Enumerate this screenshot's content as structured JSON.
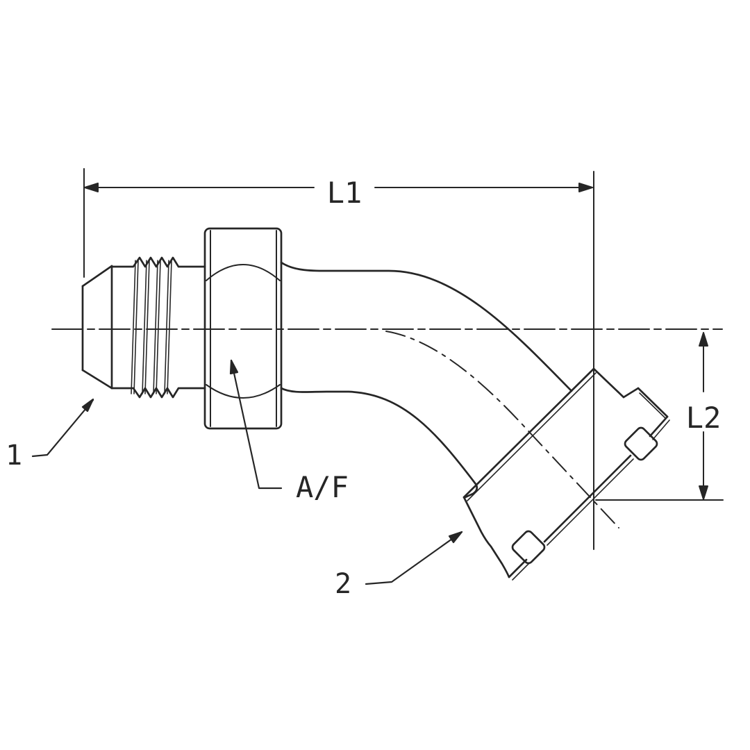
{
  "figure": {
    "background": "#ffffff",
    "ink": "#262626"
  },
  "labels": {
    "l1": "L1",
    "l2": "L2",
    "af": "A/F",
    "item1": "1",
    "item2": "2"
  }
}
